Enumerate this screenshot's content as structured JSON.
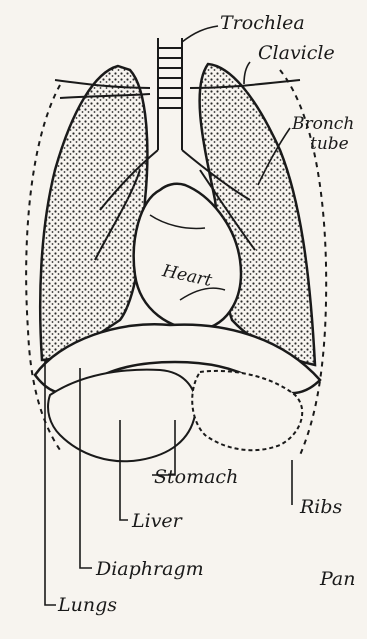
{
  "labels": {
    "trochlea": "Trochlea",
    "clavicle": "Clavicle",
    "bronchial_line1": "Bronch",
    "bronchial_line2": "tube",
    "heart": "Heart",
    "stomach": "Stomach",
    "ribs": "Ribs",
    "liver": "Liver",
    "diaphragm": "Diaphragm",
    "pancreas_partial": "Pan",
    "lungs": "Lungs"
  },
  "colors": {
    "paper": "#f7f4ef",
    "ink": "#1a1a1a",
    "stipple": "#2b2b2b"
  }
}
